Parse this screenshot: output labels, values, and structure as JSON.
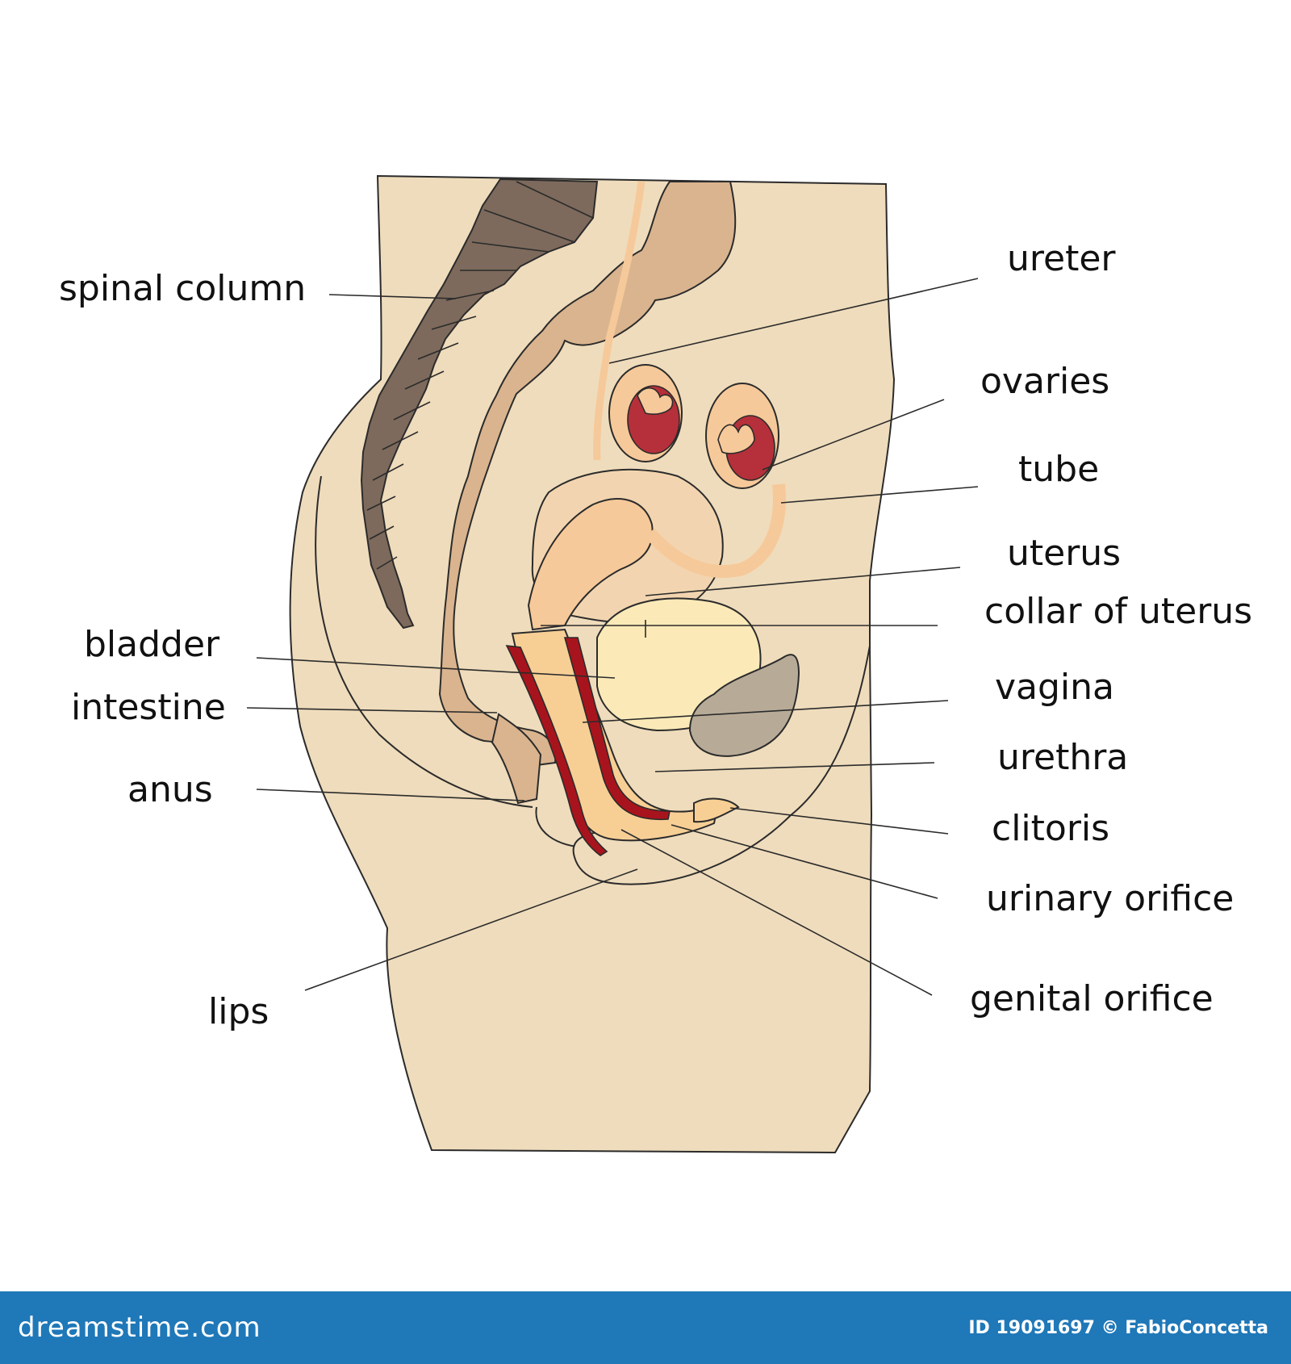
{
  "colors": {
    "body": "#efdcbc",
    "outline": "#2b2b2b",
    "spine": "#7d6a5c",
    "intestine": "#d9b48f",
    "uterus": "#f2d5b0",
    "tube": "#f6c99a",
    "ovary": "#b5303a",
    "bladder": "#fbeab8",
    "vagina_red": "#a8141d",
    "vagina_pale": "#f7cf95",
    "pubic_bone": "#b7ab98",
    "footer": "#1f78b8"
  },
  "labels": {
    "spinal_column": "spinal column",
    "bladder": "bladder",
    "intestine": "intestine",
    "anus": "anus",
    "lips": "lips",
    "ureter": "ureter",
    "ovaries": "ovaries",
    "tube": "tube",
    "uterus": "uterus",
    "collar_of_uterus": "collar of uterus",
    "vagina": "vagina",
    "urethra": "urethra",
    "clitoris": "clitoris",
    "urinary_orifice": "urinary orifice",
    "genital_orifice": "genital orifice"
  },
  "footer": {
    "brand": "dreamstime.com",
    "credit": "ID 19091697 © FabioConcetta"
  }
}
